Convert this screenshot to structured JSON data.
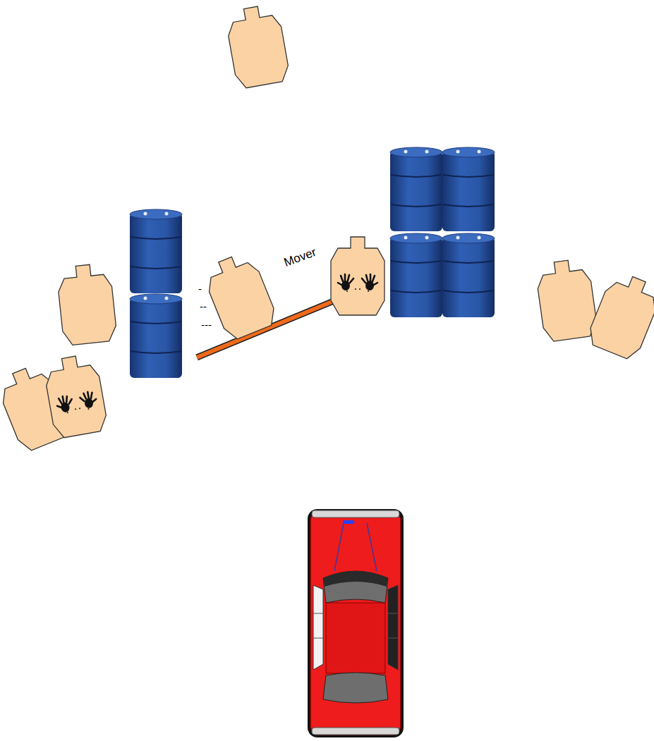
{
  "diagram": {
    "labels": [
      "Mover",
      "-",
      "--",
      "---"
    ]
  }
}
